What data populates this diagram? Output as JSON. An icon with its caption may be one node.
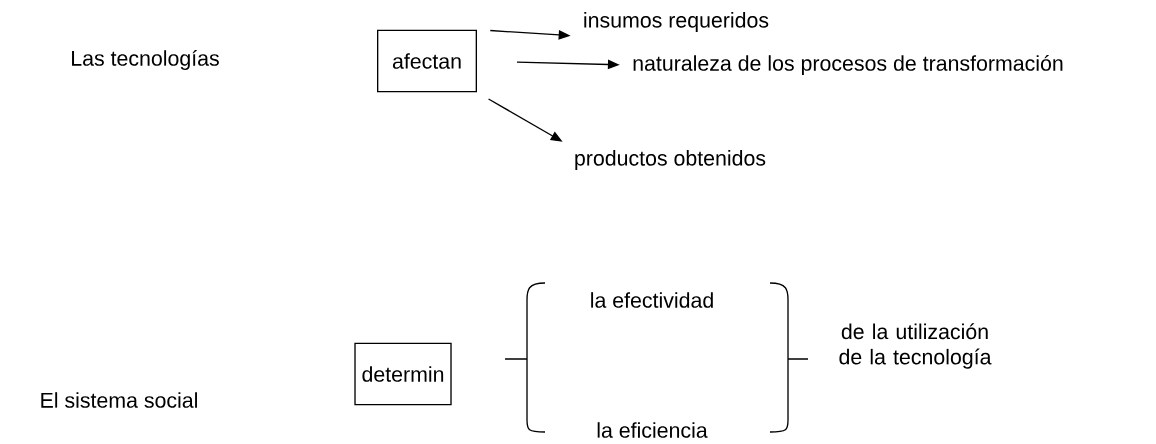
{
  "diagram": {
    "nodes": [
      {
        "text": [
          "Las tecnologías"
        ]
      },
      {
        "text": [
          "afectan"
        ]
      },
      {
        "text": [
          "insumos requeridos"
        ]
      },
      {
        "text": [
          "naturaleza de los procesos de transformación"
        ]
      },
      {
        "text": [
          "productos obtenidos"
        ]
      },
      {
        "text": [
          "El sistema social"
        ]
      },
      {
        "text": [
          "determin"
        ]
      },
      {
        "text": [
          "la efectividad"
        ]
      },
      {
        "text": [
          "la eficiencia"
        ]
      },
      {
        "text": [
          "de la utilización de la tecnología"
        ]
      }
    ],
    "edges": [
      {
        "from": 1,
        "to": 2,
        "arrow": "to"
      },
      {
        "from": 1,
        "to": 3,
        "arrow": "to"
      },
      {
        "from": 1,
        "to": 4,
        "arrow": "to"
      }
    ]
  }
}
